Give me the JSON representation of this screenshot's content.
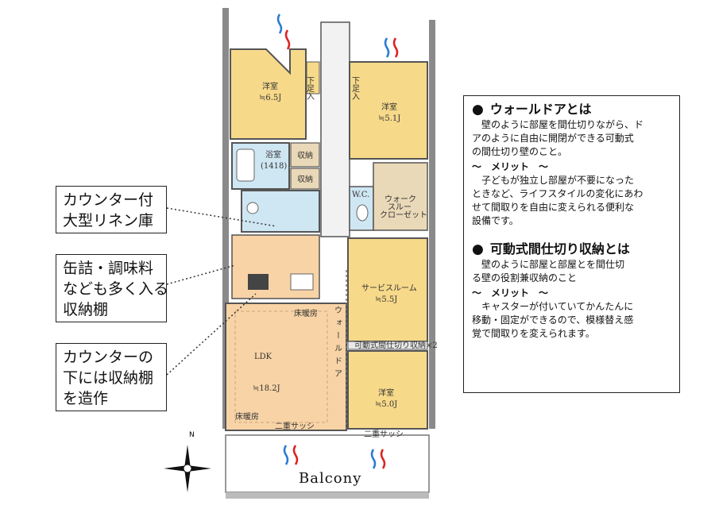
{
  "callouts": {
    "linen": [
      "カウンター付",
      "大型リネン庫"
    ],
    "pantry": [
      "缶詰・調味料",
      "なども多く入る",
      "収納棚"
    ],
    "counter": [
      "カウンターの",
      "下には収納棚",
      "を造作"
    ]
  },
  "rooms": {
    "western1_name": "洋室",
    "western1_size": "≒6.5J",
    "western2_name": "洋室",
    "western2_size": "≒5.1J",
    "bath_name": "浴室",
    "bath_size": "(1418)",
    "storage_a": "収納",
    "storage_b": "収納",
    "shoebox_a": "下足入",
    "shoebox_b": "下足入",
    "wc": "W.C.",
    "walkthrough": [
      "ウォーク",
      "スルー",
      "クローゼット"
    ],
    "service_name": "サービスルーム",
    "service_size": "≒5.5J",
    "movable_storage": "可動式間仕切り収納×2",
    "western3_name": "洋室",
    "western3_size": "≒5.0J",
    "ldk_name": "LDK",
    "ldk_size": "≒18.2J",
    "floor_heat_a": "床暖房",
    "floor_heat_b": "床暖房",
    "walldoor_vertical": "ウォールドア",
    "sash_a": "二重サッシ",
    "sash_b": "二重サッシ",
    "balcony": "Balcony"
  },
  "compass_n": "N",
  "info": {
    "h1": "ウォールドアとは",
    "p1": [
      "壁のように部屋を間仕切りながら、ド",
      "アのように自由に開閉ができる可動式",
      "の間仕切り壁のこと。"
    ],
    "merit1": "～　メリット　～",
    "p2": [
      "子どもが独立し部屋が不要になった",
      "ときなど、ライフスタイルの変化にあわ",
      "せて間取りを自由に変えられる便利な",
      "設備です。"
    ],
    "h2": "可動式間仕切り収納とは",
    "p3": [
      "壁のように部屋と部屋とを間仕切",
      "る壁の役割兼収納のこと"
    ],
    "merit2": "～　メリット　～",
    "p4": [
      "キャスターが付いていてかんたんに",
      "移動・固定ができるので、模様替え感",
      "覚で間取りを変えられます。"
    ]
  },
  "colors": {
    "room_yellow": "#f7d98a",
    "ldk_peach": "#f8d3a6",
    "wet_blue": "#cfe6f3",
    "closet_tan": "#ead9b8",
    "wall": "#5a5a5a"
  }
}
